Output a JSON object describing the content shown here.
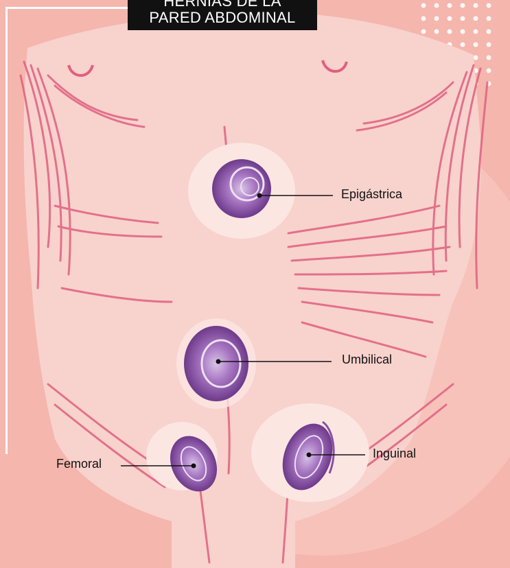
{
  "title": {
    "line1": "HERNIAS DE LA",
    "line2": "PARED ABDOMINAL"
  },
  "labels": {
    "epigastrica": "Epigástrica",
    "umbilical": "Umbilical",
    "femoral": "Femoral",
    "inguinal": "Inguinal"
  },
  "colors": {
    "background": "#f4b6ad",
    "skin": "#f8d2cd",
    "muscle_lines": "#e0607f",
    "hernia": "#8a4fa0",
    "halo": "#fbe6e2",
    "title_bg": "#111111",
    "frame": "#ffffff"
  }
}
